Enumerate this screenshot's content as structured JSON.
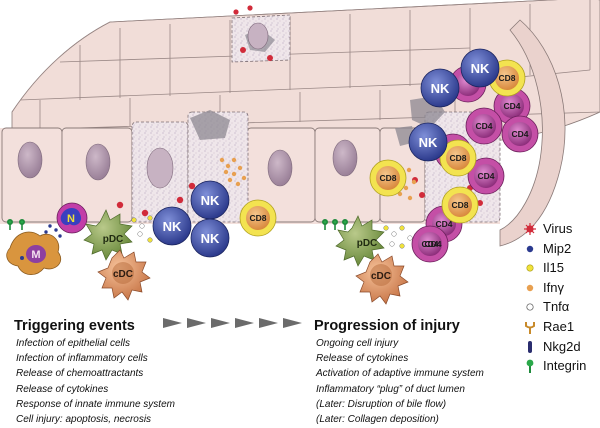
{
  "cell_labels": {
    "nk": "NK",
    "cd8": "CD8",
    "cd4": "CD4",
    "pdc": "pDC",
    "cdc": "cDC",
    "macrophage": "M",
    "neutrophil": "N"
  },
  "triggering": {
    "title": "Triggering events",
    "items": [
      "Infection of epithelial cells",
      "Infection of inflammatory cells",
      "Release of chemoattractants",
      "Release of cytokines",
      "Response of innate immune system",
      "Cell injury: apoptosis, necrosis"
    ]
  },
  "progression": {
    "title": "Progression of injury",
    "items": [
      "Ongoing cell injury",
      "Release of cytokines",
      "Activation of adaptive immune system",
      "Inflammatory “plug” of duct lumen",
      "(Later: Disruption of bile flow)",
      "(Later: Collagen deposition)"
    ]
  },
  "legend": [
    {
      "label": "Virus",
      "icon": "virus-icon",
      "color": "#d12b3a"
    },
    {
      "label": "Mip2",
      "icon": "mip2-icon",
      "color": "#2b3a8f"
    },
    {
      "label": "Il15",
      "icon": "il15-icon",
      "color": "#f0e23a"
    },
    {
      "label": "Ifnγ",
      "icon": "ifng-icon",
      "color": "#e8a050"
    },
    {
      "label": "Tnfα",
      "icon": "tnfa-icon",
      "color": "#ffffff"
    },
    {
      "label": "Rae1",
      "icon": "rae1-icon",
      "color": "#c88a2a"
    },
    {
      "label": "Nkg2d",
      "icon": "nkg2d-icon",
      "color": "#2a2d6e"
    },
    {
      "label": "Integrin",
      "icon": "integrin-icon",
      "color": "#2aa84a"
    }
  ],
  "colors": {
    "epithelium": "#f3e0dc",
    "epithelium_outline": "#8a7a78",
    "nucleus": "#b8a0b4",
    "nk": "#3a4ca8",
    "cd8_ring": "#f3e350",
    "cd8_core": "#e6a860",
    "cd4_ring": "#c44fa6",
    "cd4_core": "#8e2f7c",
    "pdc": "#8aa65a",
    "cdc": "#e4a070",
    "macrophage": "#d9953e",
    "neutrophil": "#c23ea8",
    "arrow": "#6b6b6b"
  }
}
